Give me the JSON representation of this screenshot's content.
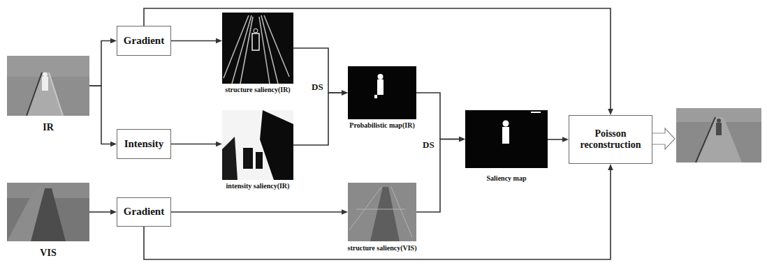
{
  "diagram": {
    "nodes": [
      {
        "text": [
          "IR"
        ]
      },
      {
        "text": [
          "Gradient"
        ]
      },
      {
        "text": [
          "Intensity"
        ]
      },
      {
        "text": [
          "structure saliency(IR)"
        ]
      },
      {
        "text": [
          "intensity saliency(IR)"
        ]
      },
      {
        "text": [
          "Probabilistic map(IR)"
        ]
      },
      {
        "text": [
          "Saliency map"
        ]
      },
      {
        "text": [
          "Poisson reconstruction"
        ]
      },
      {
        "text": [
          "VIS"
        ]
      },
      {
        "text": [
          "Gradient"
        ]
      },
      {
        "text": [
          "structure saliency(VIS)"
        ]
      }
    ],
    "edges": [
      {
        "from": 0,
        "to": 1,
        "arrow": "to"
      },
      {
        "from": 0,
        "to": 2,
        "arrow": "to"
      },
      {
        "from": 1,
        "to": 3,
        "arrow": "to"
      },
      {
        "from": 2,
        "to": 4,
        "arrow": "to"
      },
      {
        "from": 3,
        "to": 5,
        "arrow": "to"
      },
      {
        "from": 4,
        "to": 5,
        "arrow": "to"
      },
      {
        "from": 5,
        "to": 6,
        "arrow": "to"
      },
      {
        "from": 10,
        "to": 6,
        "arrow": "to"
      },
      {
        "from": 6,
        "to": 7,
        "arrow": "to"
      },
      {
        "from": 1,
        "to": 7,
        "arrow": "to"
      },
      {
        "from": 9,
        "to": 7,
        "arrow": "to"
      },
      {
        "from": 8,
        "to": 9,
        "arrow": "to"
      },
      {
        "from": 9,
        "to": 10,
        "arrow": "to"
      }
    ],
    "labels": [
      "DS",
      "DS"
    ]
  }
}
